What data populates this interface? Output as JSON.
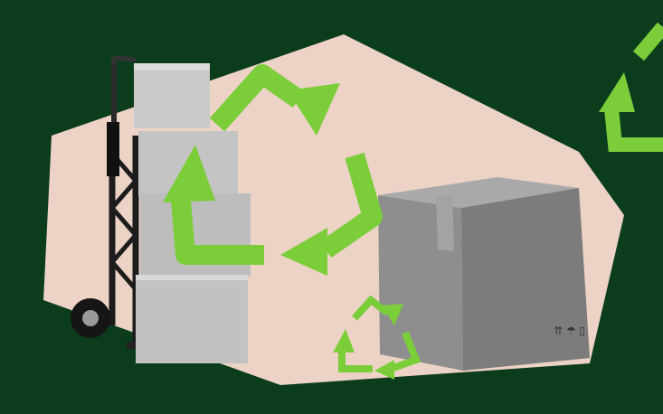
{
  "colors": {
    "background": "#0b3d1c",
    "backdrop_shape": "#ecd3c6",
    "recycle_green": "#7ccd3a",
    "box_gray": "#8a8a8a",
    "box_light": "#d4d4d4",
    "hand_truck": "#1c1c1c"
  },
  "icons": [
    "recycle-icon-large",
    "recycle-icon-small",
    "recycle-icon-partial"
  ]
}
